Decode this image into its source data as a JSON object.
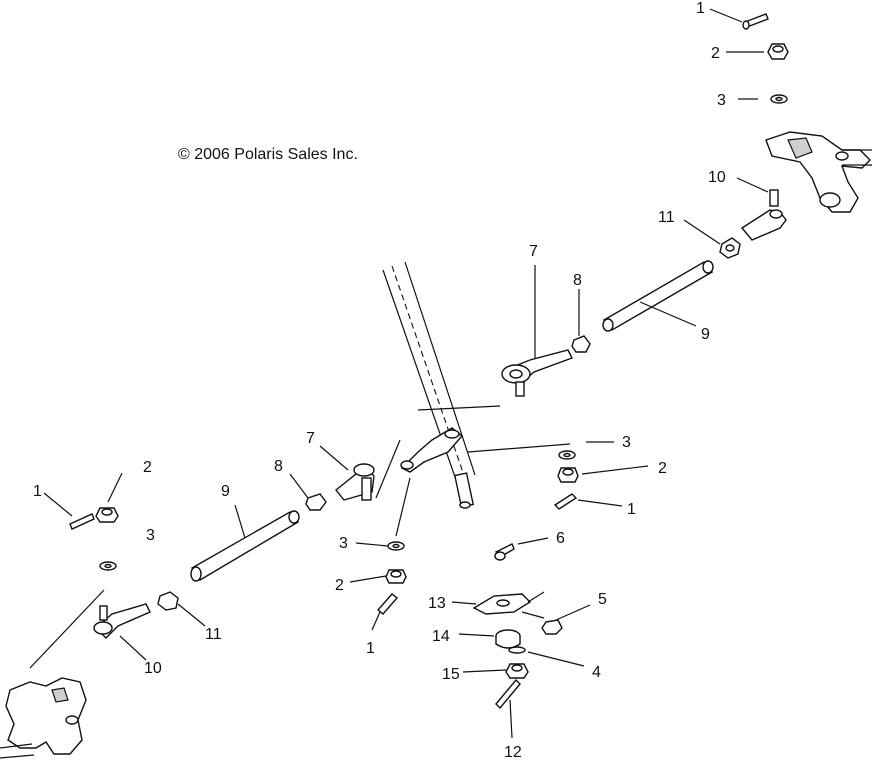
{
  "copyright": "© 2006 Polaris Sales Inc.",
  "callouts": [
    {
      "id": "c1a",
      "label": "1"
    },
    {
      "id": "c2a",
      "label": "2"
    },
    {
      "id": "c3a",
      "label": "3"
    },
    {
      "id": "c10a",
      "label": "10"
    },
    {
      "id": "c11a",
      "label": "11"
    },
    {
      "id": "c7a",
      "label": "7"
    },
    {
      "id": "c8a",
      "label": "8"
    },
    {
      "id": "c9a",
      "label": "9"
    },
    {
      "id": "c3b",
      "label": "3"
    },
    {
      "id": "c2b",
      "label": "2"
    },
    {
      "id": "c1b",
      "label": "1"
    },
    {
      "id": "c7b",
      "label": "7"
    },
    {
      "id": "c8b",
      "label": "8"
    },
    {
      "id": "c9b",
      "label": "9"
    },
    {
      "id": "c2c",
      "label": "2"
    },
    {
      "id": "c1c",
      "label": "1"
    },
    {
      "id": "c3c",
      "label": "3"
    },
    {
      "id": "c3d",
      "label": "3"
    },
    {
      "id": "c6",
      "label": "6"
    },
    {
      "id": "c2d",
      "label": "2"
    },
    {
      "id": "c5",
      "label": "5"
    },
    {
      "id": "c13",
      "label": "13"
    },
    {
      "id": "c14",
      "label": "14"
    },
    {
      "id": "c4",
      "label": "4"
    },
    {
      "id": "c15",
      "label": "15"
    },
    {
      "id": "c1d",
      "label": "1"
    },
    {
      "id": "c12",
      "label": "12"
    },
    {
      "id": "c11b",
      "label": "11"
    },
    {
      "id": "c10b",
      "label": "10"
    }
  ]
}
